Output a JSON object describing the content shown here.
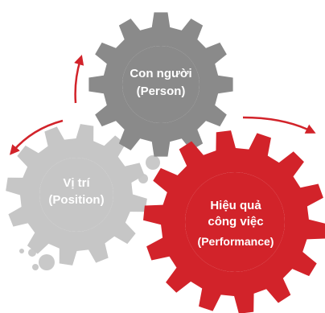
{
  "gears": {
    "person": {
      "line1": "Con người",
      "line2": "(Person)",
      "color": "#8a8a8a"
    },
    "position": {
      "line1": "Vị trí",
      "line2": "(Position)",
      "color": "#c6c6c6"
    },
    "performance": {
      "line1": "Hiệu quả",
      "line2": "công việc",
      "line3": "(Performance)",
      "color": "#d2232a"
    }
  },
  "colors": {
    "arrow": "#d2232a",
    "dots": "#c9c9c9",
    "background": "#ffffff"
  }
}
